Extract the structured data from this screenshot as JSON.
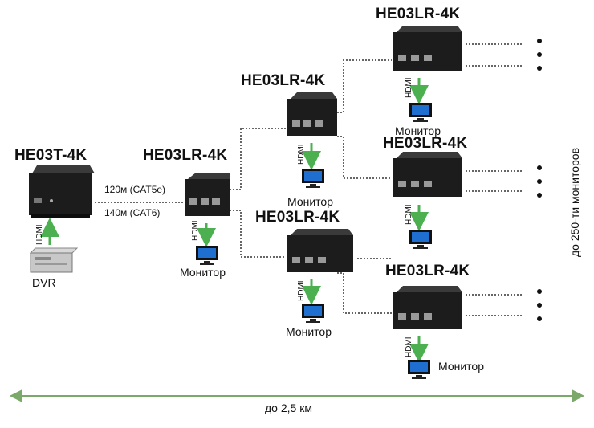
{
  "transmitter": {
    "model": "HE03T-4K",
    "source": "DVR",
    "port": "HDMI"
  },
  "cable": {
    "cat5e": "120м (CAT5e)",
    "cat6": "140м (CAT6)"
  },
  "receivers": [
    {
      "model": "HE03LR-4K",
      "port": "HDMI",
      "display": "Монитор"
    },
    {
      "model": "HE03LR-4K",
      "port": "HDMI",
      "display": "Монитор"
    },
    {
      "model": "HE03LR-4K",
      "port": "HDMI",
      "display": "Монитор"
    },
    {
      "model": "HE03LR-4K",
      "port": "HDMI",
      "display": "Монитор"
    },
    {
      "model": "HE03LR-4K",
      "port": "HDMI",
      "display": "Монитор"
    },
    {
      "model": "HE03LR-4K",
      "port": "HDMI",
      "display": "Монитор"
    }
  ],
  "distance": "до 2,5 км",
  "capacity": "до 250-ти мониторов",
  "colors": {
    "arrow": "#4caf50",
    "box": "#1c1c1c",
    "span": "#7aa96a"
  }
}
